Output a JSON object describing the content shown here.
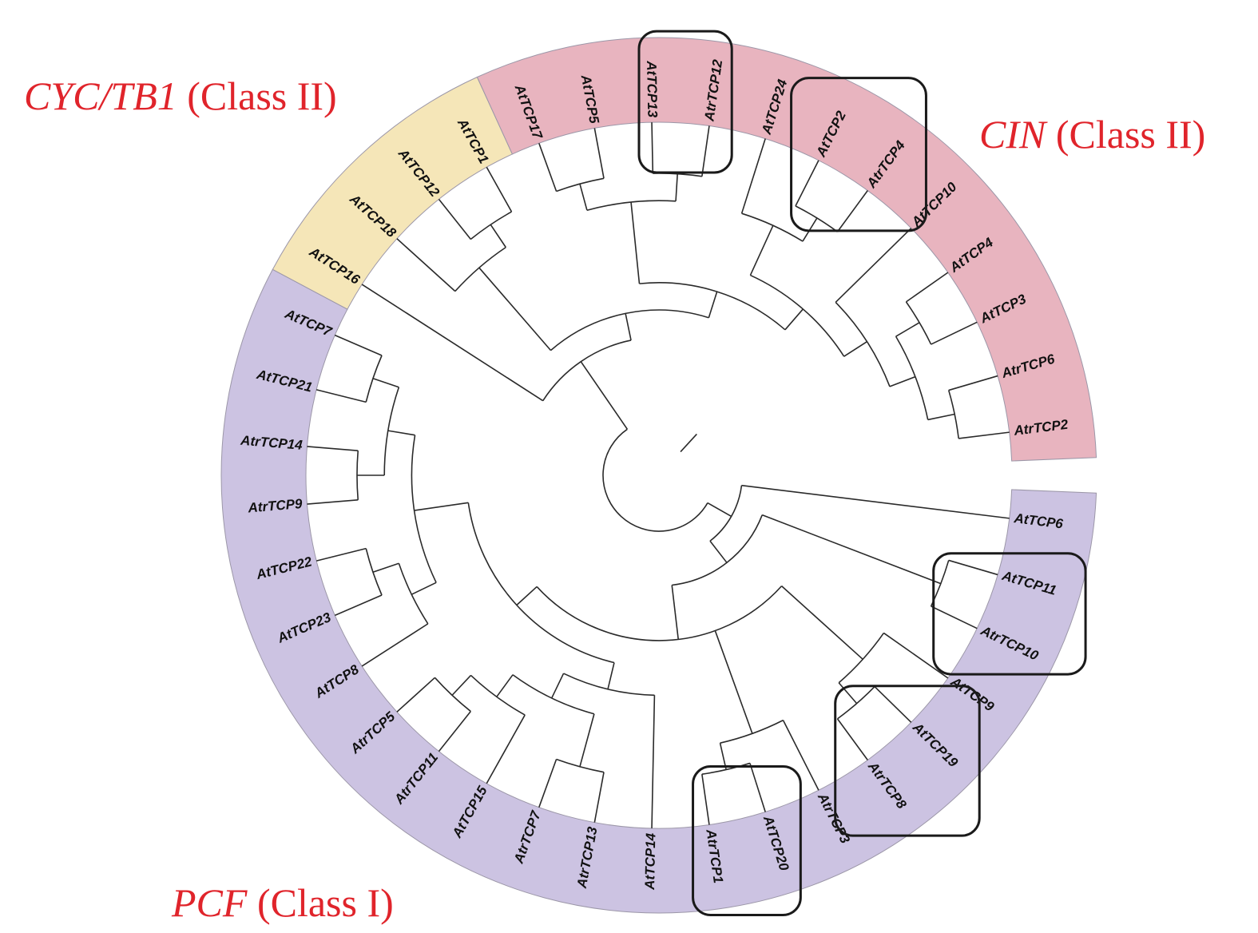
{
  "figure": {
    "type": "circular-phylogenetic-tree",
    "subject": "TCP transcription factor family"
  },
  "clade_labels": [
    {
      "id": "cyc",
      "italic": "CYC/TB1",
      "plain": " (Class II)",
      "color": "#e0242b"
    },
    {
      "id": "cin",
      "italic": "CIN",
      "plain": " (Class II)",
      "color": "#e0242b"
    },
    {
      "id": "pcf",
      "italic": "PCF",
      "plain": " (Class I)",
      "color": "#e0242b"
    }
  ],
  "clades": [
    {
      "id": "cyc",
      "name": "CYC/TB1",
      "class": "Class II",
      "color": "#f5e6b8"
    },
    {
      "id": "cin",
      "name": "CIN",
      "class": "Class II",
      "color": "#e8b4bf"
    },
    {
      "id": "pcf",
      "name": "PCF",
      "class": "Class I",
      "color": "#ccc3e2"
    }
  ],
  "leaves": [
    {
      "name": "AtTCP6",
      "clade": "pcf"
    },
    {
      "name": "AtTCP11",
      "clade": "pcf"
    },
    {
      "name": "AtrTCP10",
      "clade": "pcf"
    },
    {
      "name": "AtTCP9",
      "clade": "pcf"
    },
    {
      "name": "AtTCP19",
      "clade": "pcf"
    },
    {
      "name": "AtrTCP8",
      "clade": "pcf"
    },
    {
      "name": "AtrTCP3",
      "clade": "pcf"
    },
    {
      "name": "AtTCP20",
      "clade": "pcf"
    },
    {
      "name": "AtrTCP1",
      "clade": "pcf"
    },
    {
      "name": "AtTCP14",
      "clade": "pcf"
    },
    {
      "name": "AtrTCP13",
      "clade": "pcf"
    },
    {
      "name": "AtrTCP7",
      "clade": "pcf"
    },
    {
      "name": "AtTCP15",
      "clade": "pcf"
    },
    {
      "name": "AtrTCP11",
      "clade": "pcf"
    },
    {
      "name": "AtrTCP5",
      "clade": "pcf"
    },
    {
      "name": "AtTCP8",
      "clade": "pcf"
    },
    {
      "name": "AtTCP23",
      "clade": "pcf"
    },
    {
      "name": "AtTCP22",
      "clade": "pcf"
    },
    {
      "name": "AtrTCP9",
      "clade": "pcf"
    },
    {
      "name": "AtrTCP14",
      "clade": "pcf"
    },
    {
      "name": "AtTCP21",
      "clade": "pcf"
    },
    {
      "name": "AtTCP7",
      "clade": "pcf"
    },
    {
      "name": "AtTCP16",
      "clade": "cyc"
    },
    {
      "name": "AtTCP18",
      "clade": "cyc"
    },
    {
      "name": "AtTCP12",
      "clade": "cyc"
    },
    {
      "name": "AtTCP1",
      "clade": "cyc"
    },
    {
      "name": "AtTCP17",
      "clade": "cin"
    },
    {
      "name": "AtTCP5",
      "clade": "cin"
    },
    {
      "name": "AtTCP13",
      "clade": "cin"
    },
    {
      "name": "AtrTCP12",
      "clade": "cin"
    },
    {
      "name": "AtTCP24",
      "clade": "cin"
    },
    {
      "name": "AtTCP2",
      "clade": "cin"
    },
    {
      "name": "AtrTCP4",
      "clade": "cin"
    },
    {
      "name": "AtTCP10",
      "clade": "cin"
    },
    {
      "name": "AtTCP4",
      "clade": "cin"
    },
    {
      "name": "AtTCP3",
      "clade": "cin"
    },
    {
      "name": "AtrTCP6",
      "clade": "cin"
    },
    {
      "name": "AtrTCP2",
      "clade": "cin"
    }
  ],
  "highlighted_pairs": [
    [
      "AtTCP13",
      "AtrTCP12"
    ],
    [
      "AtTCP2",
      "AtrTCP4"
    ],
    [
      "AtTCP11",
      "AtrTCP10"
    ],
    [
      "AtTCP19",
      "AtrTCP8"
    ],
    [
      "AtrTCP1",
      "AtTCP20"
    ]
  ],
  "topology": "((AtTCP6,((AtTCP11,AtrTCP10),(((AtTCP9,(AtTCP19,AtrTCP8)),((AtrTCP3,(AtTCP20,AtrTCP1))),((AtTCP14,((AtrTCP13,AtrTCP7),(AtTCP15,(AtrTCP11,AtrTCP5)))),((AtTCP8,(AtTCP23,AtTCP22)),((AtrTCP9,AtrTCP14),(AtTCP21,AtTCP7)))))))),(AtTCP16,((AtTCP18,(AtTCP12,AtTCP1)),(((AtTCP17,AtTCP5),(AtTCP13,AtrTCP12)),((AtTCP24,(AtTCP2,AtrTCP4)),(AtTCP10,((AtTCP4,AtTCP3),(AtrTCP6,AtrTCP2))))))))"
}
